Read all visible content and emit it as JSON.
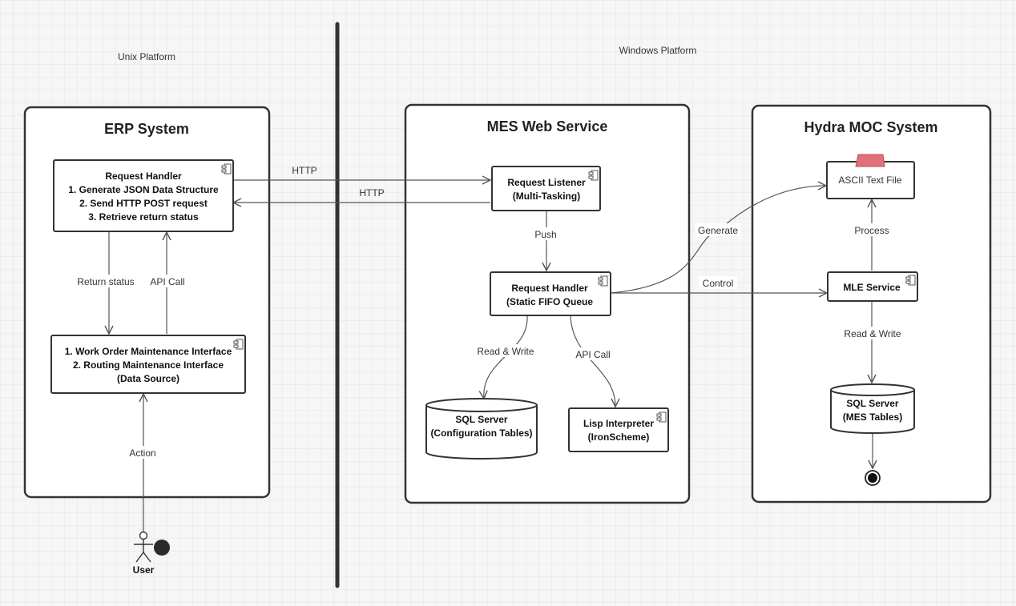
{
  "platforms": {
    "unix": "Unix Platform",
    "windows": "Windows Platform"
  },
  "containers": {
    "erp": "ERP System",
    "mes": "MES Web Service",
    "hydra": "Hydra MOC System"
  },
  "erp": {
    "request_handler": [
      "Request Handler",
      "1. Generate JSON Data Structure",
      "2. Send HTTP POST request",
      "3. Retrieve return status"
    ],
    "maintenance": [
      "1. Work Order Maintenance Interface",
      "2. Routing Maintenance Interface",
      "(Data Source)"
    ]
  },
  "mes": {
    "listener": [
      "Request Listener",
      "(Multi-Tasking)"
    ],
    "handler": [
      "Request Handler",
      "(Static FIFO Queue"
    ],
    "sql": [
      "SQL Server",
      "(Configuration Tables)"
    ],
    "lisp": [
      "Lisp Interpreter",
      "(IronScheme)"
    ]
  },
  "hydra": {
    "ascii": "ASCII Text File",
    "mle": "MLE Service",
    "sql": [
      "SQL Server",
      "(MES Tables)"
    ]
  },
  "actor": {
    "name": "User"
  },
  "edges": {
    "http_request": "HTTP",
    "http_response": "HTTP",
    "return_status": "Return status",
    "api_call_erp": "API Call",
    "action": "Action",
    "push": "Push",
    "read_write_mes": "Read & Write",
    "api_call_mes": "API Call",
    "generate": "Generate",
    "control": "Control",
    "process": "Process",
    "read_write_hydra": "Read & Write"
  },
  "colors": {
    "note_tab": "#e0707a",
    "line": "#555555",
    "border": "#333333"
  }
}
